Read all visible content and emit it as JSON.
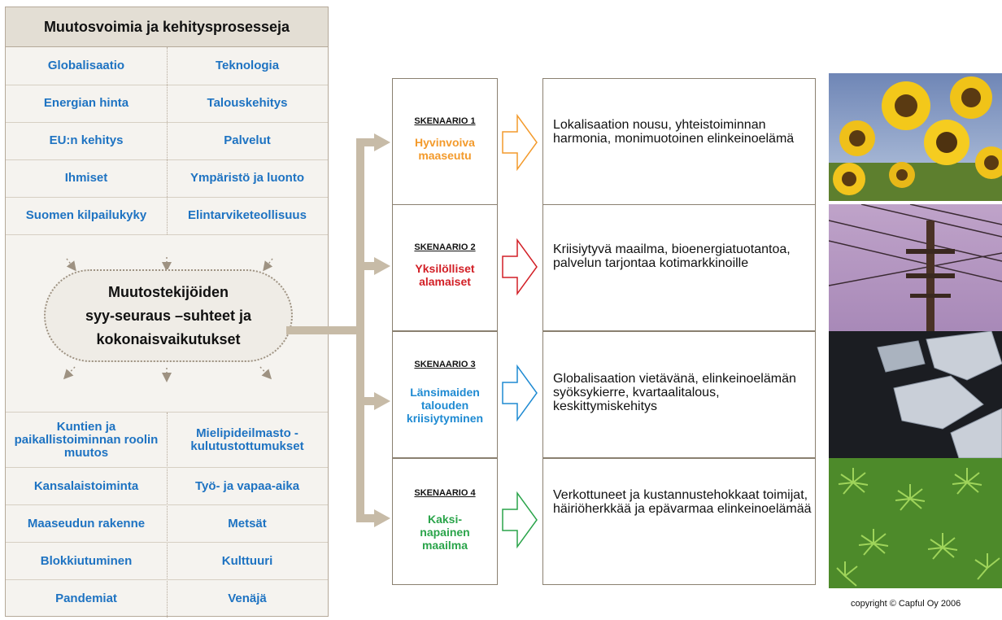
{
  "left_panel": {
    "title": "Muutosvoimia ja kehitysprosesseja",
    "top_factors": [
      [
        "Globalisaatio",
        "Teknologia"
      ],
      [
        "Energian hinta",
        "Talouskehitys"
      ],
      [
        "EU:n kehitys",
        "Palvelut"
      ],
      [
        "Ihmiset",
        "Ympäristö ja luonto"
      ],
      [
        "Suomen kilpailukyky",
        "Elintarviketeollisuus"
      ]
    ],
    "center": [
      "Muutostekijöiden",
      "syy-seuraus –suhteet ja",
      "kokonaisvaikutukset"
    ],
    "bottom_factors": [
      [
        "Kuntien ja paikallistoiminnan roolin muutos",
        "Mielipideilmasto - kulutustottumukset"
      ],
      [
        "Kansalaistoiminta",
        "Työ- ja vapaa-aika"
      ],
      [
        "Maaseudun rakenne",
        "Metsät"
      ],
      [
        "Blokkiutuminen",
        "Kulttuuri"
      ],
      [
        "Pandemiat",
        "Venäjä"
      ]
    ]
  },
  "scenarios": [
    {
      "label": "SKENAARIO 1",
      "name": "Hyvinvoiva maaseutu",
      "color": "#f39a2b",
      "description": "Lokalisaation nousu, yhteistoiminnan harmonia, monimuotoinen elinkeinoelämä",
      "photo": "sunflowers"
    },
    {
      "label": "SKENAARIO 2",
      "name": "Yksilölliset alamaiset",
      "color": "#d21f26",
      "description": "Kriisiytyvä maailma, bioenergiatuotantoa, palvelun tarjontaa kotimarkkinoille",
      "photo": "power-pole"
    },
    {
      "label": "SKENAARIO 3",
      "name": "Länsimaiden talouden kriisiytyminen",
      "color": "#1e8ad2",
      "description": "Globalisaation vietävänä, elinkeinoelämän syöksykierre, kvartaalitalous, keskittymiskehitys",
      "photo": "broken-ice"
    },
    {
      "label": "SKENAARIO 4",
      "name": "Kaksi-napainen maailma",
      "color": "#2aa44a",
      "description": "Verkottuneet ja kustannustehokkaat toimijat, häiriöherkkää ja epävarmaa elinkeinoelämää",
      "photo": "moss"
    }
  ],
  "copyright": "copyright © Capful Oy 2006",
  "colors": {
    "factor_text": "#1e73c2",
    "panel_bg": "#f5f3ef",
    "header_bg": "#e3ded4",
    "connector": "#c7bba7"
  }
}
